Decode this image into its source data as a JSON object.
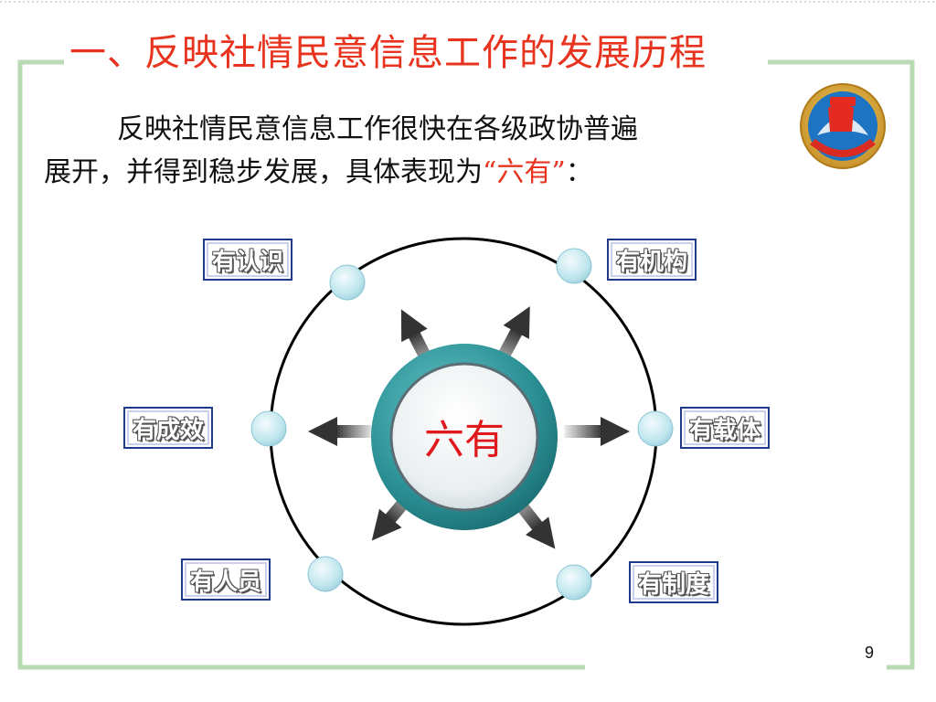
{
  "title": "一、反映社情民意信息工作的发展历程",
  "intro": {
    "line1": "反映社情民意信息工作很快在各级政协普遍",
    "line2_prefix": "展开，并得到稳步发展，具体表现为",
    "line2_highlight": "“六有”",
    "line2_suffix": "："
  },
  "diagram": {
    "center": "六有",
    "labels": {
      "top_left": "有认识",
      "top_right": "有机构",
      "middle_left": "有成效",
      "middle_right": "有载体",
      "bottom_left": "有人员",
      "bottom_right": "有制度"
    }
  },
  "page_number": "9",
  "colors": {
    "title": "#e8331f",
    "frame": "#b9dbb4",
    "label_border": "#1f3a8a",
    "hub": "#2a8f94",
    "node": "#bfe6ee"
  },
  "icons": {
    "emblem": "cppcc-emblem-icon"
  }
}
